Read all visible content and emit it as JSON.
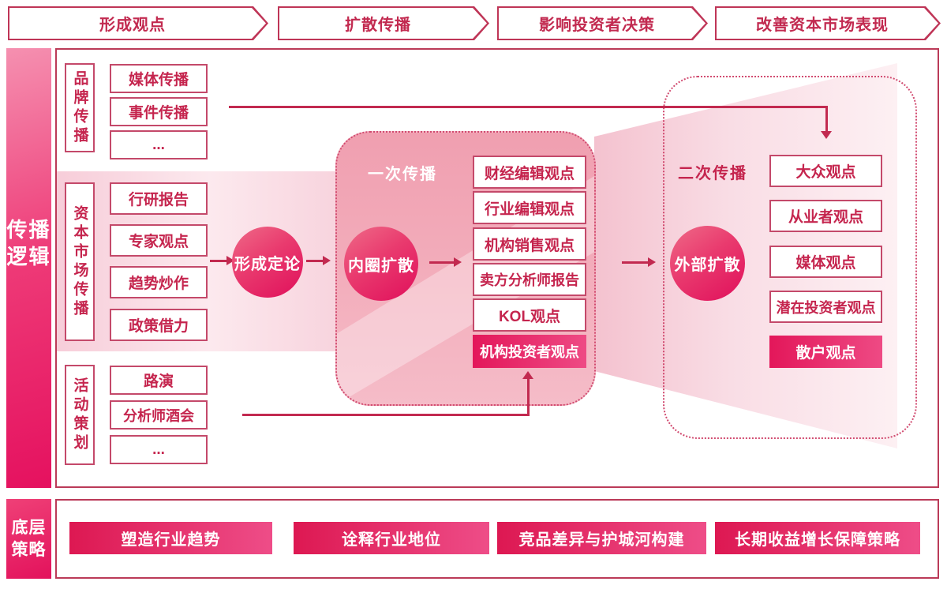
{
  "stages": [
    "形成观点",
    "扩散传播",
    "影响投资者决策",
    "改善资本市场表现"
  ],
  "sidebar": {
    "logic_line1": "传播",
    "logic_line2": "逻辑",
    "strategy_line1": "底层",
    "strategy_line2": "策略"
  },
  "groups": [
    {
      "label": "品牌传播",
      "items": [
        "媒体传播",
        "事件传播",
        "..."
      ]
    },
    {
      "label": "资本市场传播",
      "items": [
        "行研报告",
        "专家观点",
        "趋势炒作",
        "政策借力"
      ]
    },
    {
      "label": "活动策划",
      "items": [
        "路演",
        "分析师酒会",
        "..."
      ]
    }
  ],
  "circles": {
    "form_conclusion": "形成定论",
    "inner_diffusion": "内圈扩散",
    "outer_diffusion": "外部扩散"
  },
  "primary": {
    "label": "一次传播",
    "items": [
      "财经编辑观点",
      "行业编辑观点",
      "机构销售观点",
      "卖方分析师报告",
      "KOL观点",
      "机构投资者观点"
    ]
  },
  "secondary": {
    "label": "二次传播",
    "items": [
      "大众观点",
      "从业者观点",
      "媒体观点",
      "潜在投资者观点",
      "散户观点"
    ]
  },
  "strategies": [
    "塑造行业趋势",
    "诠释行业地位",
    "竞品差异与护城河构建",
    "长期收益增长保障策略"
  ],
  "colors": {
    "rose_line": "#c22a50",
    "box_border": "#c4496a",
    "magenta_deep": "#e3175a",
    "magenta_bright": "#ee4a84",
    "pink_band": "#f7cdd9",
    "mid_container_fill": "#f3aebc",
    "dotted_border": "#d14b70"
  }
}
